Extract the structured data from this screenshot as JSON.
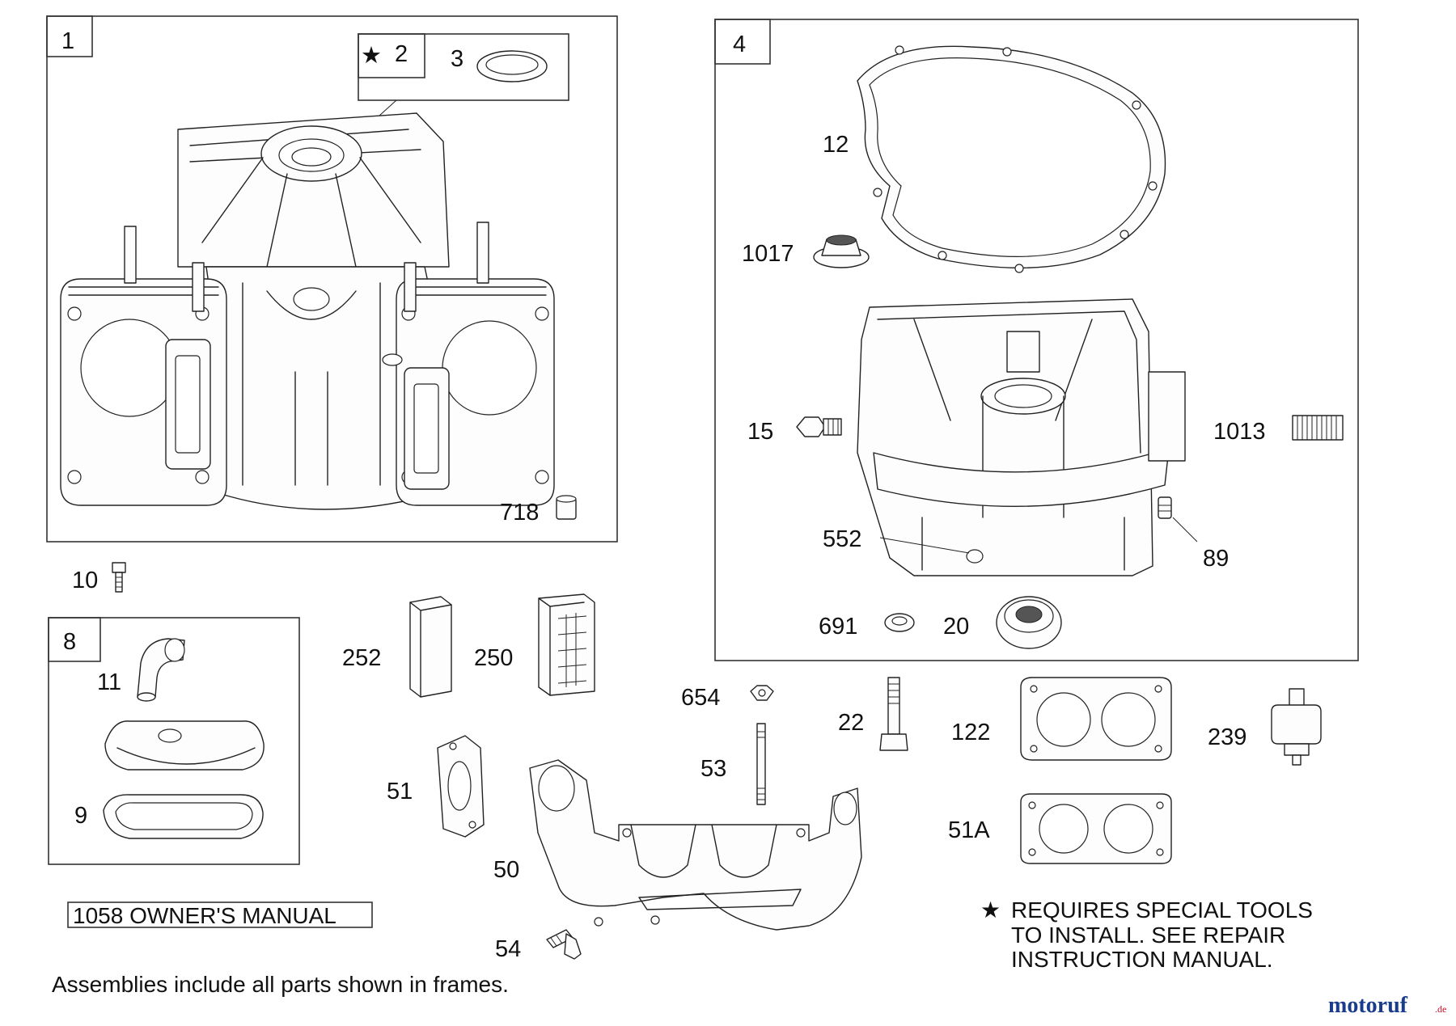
{
  "frames": {
    "f1": "1",
    "f4": "4",
    "f8": "8"
  },
  "labels": {
    "p2": "2",
    "p3": "3",
    "p718": "718",
    "p12": "12",
    "p1017": "1017",
    "p15": "15",
    "p1013": "1013",
    "p552": "552",
    "p89": "89",
    "p691": "691",
    "p20": "20",
    "p10": "10",
    "p11": "11",
    "p9": "9",
    "p252": "252",
    "p250": "250",
    "p654": "654",
    "p53": "53",
    "p22": "22",
    "p122": "122",
    "p239": "239",
    "p51": "51",
    "p51a": "51A",
    "p50": "50",
    "p54": "54"
  },
  "star": "★",
  "manual_label": "1058 OWNER'S MANUAL",
  "special_tools_note": [
    "REQUIRES SPECIAL TOOLS",
    "TO INSTALL.  SEE REPAIR",
    "INSTRUCTION MANUAL."
  ],
  "footer_note": "Assemblies include all parts shown in frames.",
  "logo": {
    "main": "motoruf",
    "suffix": ".de",
    "color_main": "#1a3c8c",
    "color_accent": "#c8102e"
  }
}
